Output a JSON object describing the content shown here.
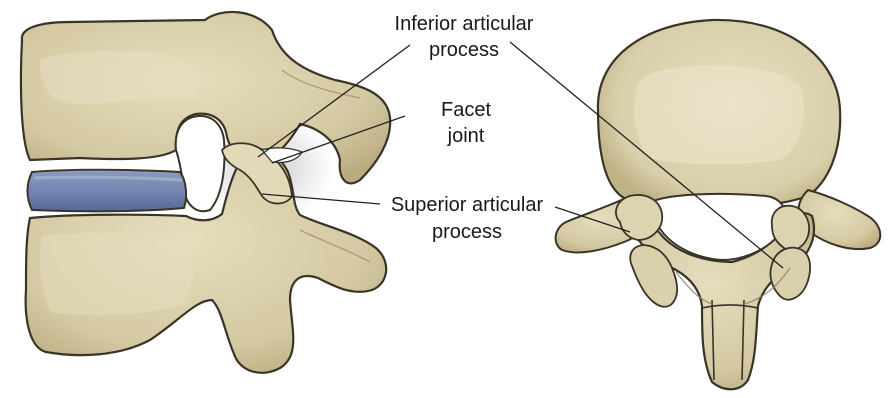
{
  "labels": {
    "inferior": {
      "line1": "Inferior articular",
      "line2": "process"
    },
    "facet": {
      "line1": "Facet",
      "line2": "joint"
    },
    "superior": {
      "line1": "Superior articular",
      "line2": "process"
    }
  },
  "colors": {
    "bone": "#d9cfab",
    "bone_shade": "#bcae84",
    "bone_outline": "#3a3428",
    "disc": "#7f90b8",
    "disc_dark": "#5d6e98",
    "leader": "#222222"
  }
}
